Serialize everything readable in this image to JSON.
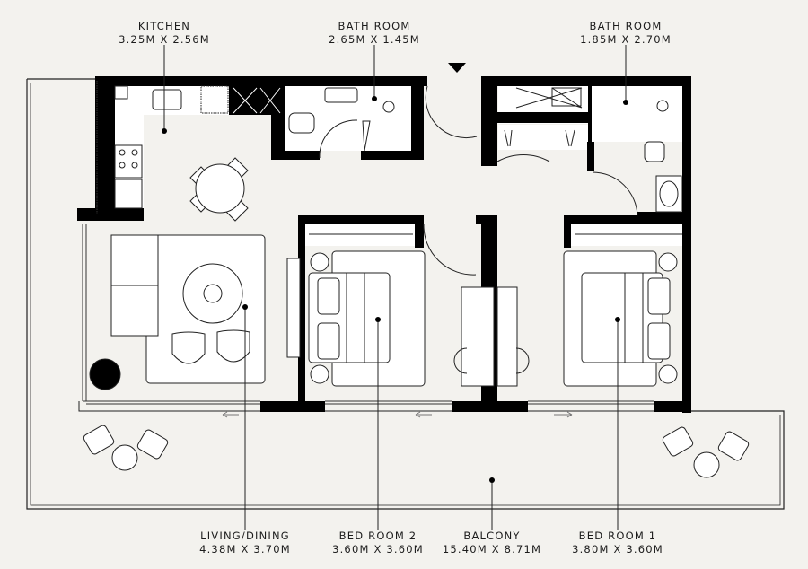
{
  "plan": {
    "background": "#f3f2ee",
    "wall_color": "#000000",
    "room_fill": "#ffffff",
    "entrance_marker": "entrance-arrow"
  },
  "rooms": {
    "kitchen": {
      "name": "KITCHEN",
      "dims": "3.25M X 2.56M"
    },
    "bath1": {
      "name": "BATH ROOM",
      "dims": "2.65M X 1.45M"
    },
    "bath2": {
      "name": "BATH ROOM",
      "dims": "1.85M X 2.70M"
    },
    "living": {
      "name": "LIVING/DINING",
      "dims": "4.38M X 3.70M"
    },
    "bed2": {
      "name": "BED ROOM 2",
      "dims": "3.60M X 3.60M"
    },
    "balcony": {
      "name": "BALCONY",
      "dims": "15.40M X 8.71M"
    },
    "bed1": {
      "name": "BED ROOM 1",
      "dims": "3.80M X 3.60M"
    }
  }
}
